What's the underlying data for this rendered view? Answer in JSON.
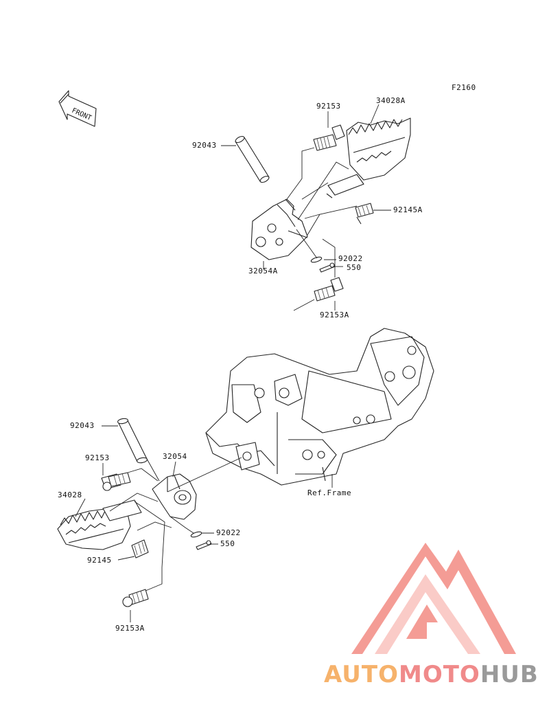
{
  "figure_code": "F2160",
  "front_badge": "FRONT",
  "ref_frame": "Ref.Frame",
  "upper": {
    "pin": "92043",
    "bolt": "92153",
    "footpeg": "34028A",
    "spring": "92145A",
    "bracket": "32054A",
    "washer": "92022",
    "cotter_pin": "550",
    "bolt_lower": "92153A"
  },
  "lower": {
    "pin": "92043",
    "bolt": "92153",
    "bracket": "32054",
    "footpeg": "34028",
    "washer": "92022",
    "cotter_pin": "550",
    "spring": "92145",
    "bolt_lower": "92153A"
  },
  "watermark": {
    "part1": "AUTO",
    "part2": "MOTO",
    "part3": "HUB",
    "colors": {
      "auto": "#f6b26b",
      "moto": "#f08a8a",
      "hub": "#9a9a9a",
      "triangle": "#f28b82"
    }
  }
}
